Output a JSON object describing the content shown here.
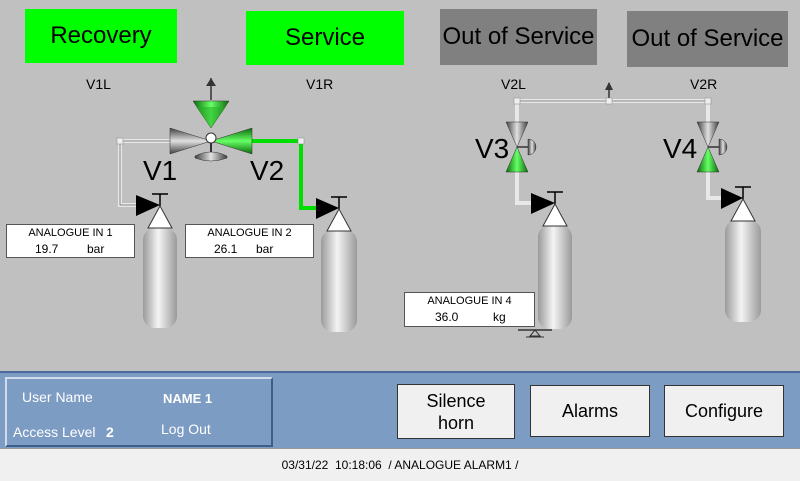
{
  "status_buttons": {
    "recovery": "Recovery",
    "service": "Service",
    "out_of_service_1": "Out of Service",
    "out_of_service_2": "Out of Service"
  },
  "cylinder_labels": {
    "v1l": "V1L",
    "v1r": "V1R",
    "v2l": "V2L",
    "v2r": "V2R"
  },
  "valves": {
    "v1": "V1",
    "v2": "V2",
    "v3": "V3",
    "v4": "V4"
  },
  "readouts": {
    "in1": {
      "title": "ANALOGUE  IN 1",
      "value": "19.7",
      "unit": "bar"
    },
    "in2": {
      "title": "ANALOGUE  IN 2",
      "value": "26.1",
      "unit": "bar"
    },
    "in4": {
      "title": "ANALOGUE IN 4",
      "value": "36.0",
      "unit": "kg"
    }
  },
  "user": {
    "user_name_label": "User Name",
    "user_name_value": "NAME 1",
    "access_level_label": "Access Level",
    "access_level_value": "2",
    "logout_label": "Log Out"
  },
  "buttons": {
    "silence_line1": "Silence",
    "silence_line2": "horn",
    "alarms": "Alarms",
    "configure": "Configure"
  },
  "status_bar": {
    "text": "03/31/22  10:18:06  / ANALOGUE ALARM1 /"
  },
  "colors": {
    "active": "#00ff00",
    "inactive": "#808080",
    "panel": "#7d9cc4",
    "background": "#c0c0c0"
  }
}
